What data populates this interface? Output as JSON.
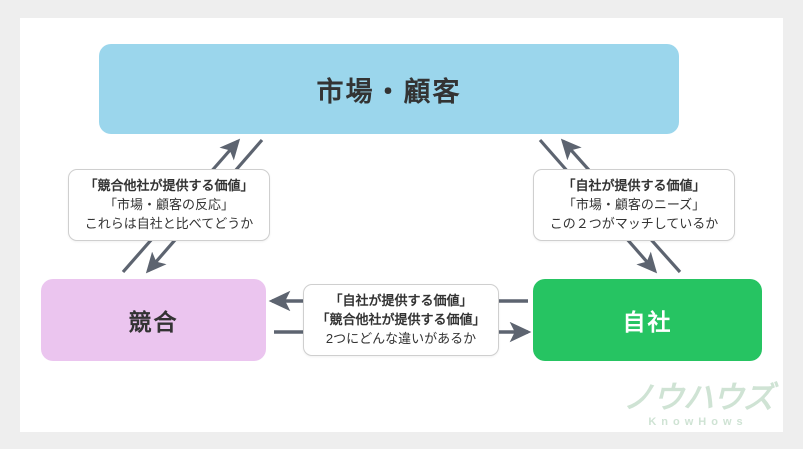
{
  "canvas": {
    "background": "#eeeeee",
    "card_background": "#ffffff"
  },
  "palette": {
    "market_blue": "#9bd6ec",
    "competitor_pink": "#ebc5ef",
    "own_green": "#26c462",
    "purple_text": "#8e1fa8",
    "green_text": "#13772f",
    "arrow_gray": "#5d6470",
    "body_text": "#333333",
    "watermark": "#cfe3d4"
  },
  "boxes": {
    "market": {
      "label": "市場・顧客"
    },
    "competitor": {
      "label": "競合"
    },
    "own": {
      "label": "自社"
    }
  },
  "notes": {
    "left": {
      "lines": [
        "「競合他社が提供する価値」",
        "「市場・顧客の反応」",
        "これらは自社と比べてどうか"
      ]
    },
    "right": {
      "lines": [
        "「自社が提供する価値」",
        "「市場・顧客のニーズ」",
        "この２つがマッチしているか"
      ]
    },
    "middle": {
      "lines": [
        "「自社が提供する価値」",
        "「競合他社が提供する価値」",
        "2つにどんな違いがあるか"
      ]
    }
  },
  "watermark": {
    "kana": "ノウハウズ",
    "roman": "KnowHows"
  }
}
